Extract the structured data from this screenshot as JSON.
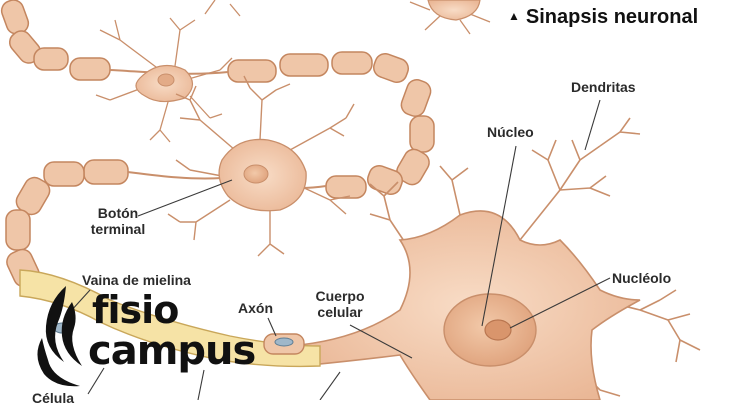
{
  "caption": {
    "symbol": "▲",
    "text": "Sinapsis neuronal"
  },
  "labels": {
    "dendritas": "Dendritas",
    "nucleo": "Núcleo",
    "nucleolo": "Nucléolo",
    "boton_line1": "Botón",
    "boton_line2": "terminal",
    "vaina": "Vaina de mielina",
    "axon": "Axón",
    "cuerpo_line1": "Cuerpo",
    "cuerpo_line2": "celular",
    "celula_partial": "Célula"
  },
  "logo": {
    "word1": "fisio",
    "word2": "campus"
  },
  "colors": {
    "cell_fill": "#f3cfb4",
    "cell_stroke": "#c98f6b",
    "nucleus_fill": "#e8b894",
    "myelin_fill": "#efc6a8",
    "myelin_stroke": "#c4865f",
    "axon_yellow": "#f6e3a6",
    "leader_line": "#3a3a3a",
    "logo_black": "#111111"
  }
}
